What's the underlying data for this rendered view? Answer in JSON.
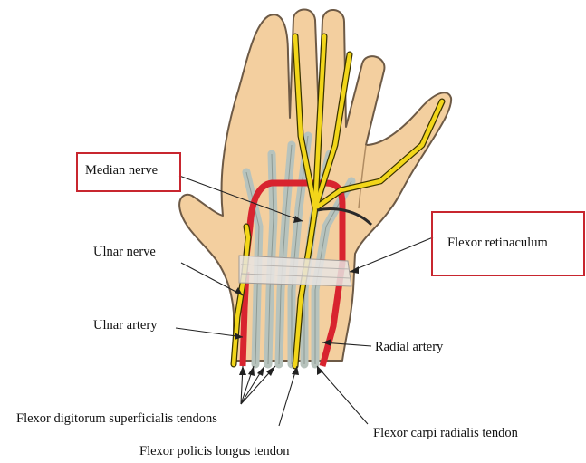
{
  "labels": {
    "median_nerve": "Median nerve",
    "flexor_retinaculum": "Flexor retinaculum",
    "ulnar_nerve": "Ulnar nerve",
    "ulnar_artery": "Ulnar artery",
    "radial_artery": "Radial artery",
    "flexor_digitorum": "Flexor digitorum superficialis tendons",
    "flexor_carpi": "Flexor carpi radialis tendon",
    "flexor_policis": "Flexor policis longus tendon"
  },
  "colors": {
    "skin": "#f3cf9f",
    "skin_outline": "#6d5a46",
    "nerve": "#f2d61a",
    "nerve_outline": "#3a3300",
    "artery": "#d8242f",
    "tendon": "#b7c3bd",
    "retinaculum": "#e7e4e2",
    "highlight_box": "#c8262f"
  }
}
